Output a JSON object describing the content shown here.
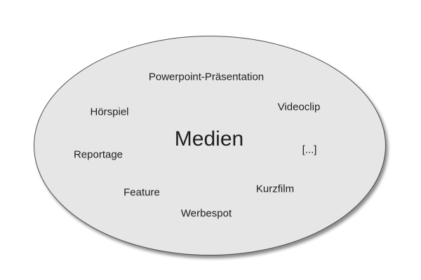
{
  "diagram": {
    "fill_color": "#e6e6e6",
    "border_color": "#505050",
    "center": "Medien",
    "terms": [
      "Powerpoint-Präsentation",
      "Hörspiel",
      "Videoclip",
      "Reportage",
      "[...]",
      "Feature",
      "Kurzfilm",
      "Werbespot"
    ]
  }
}
